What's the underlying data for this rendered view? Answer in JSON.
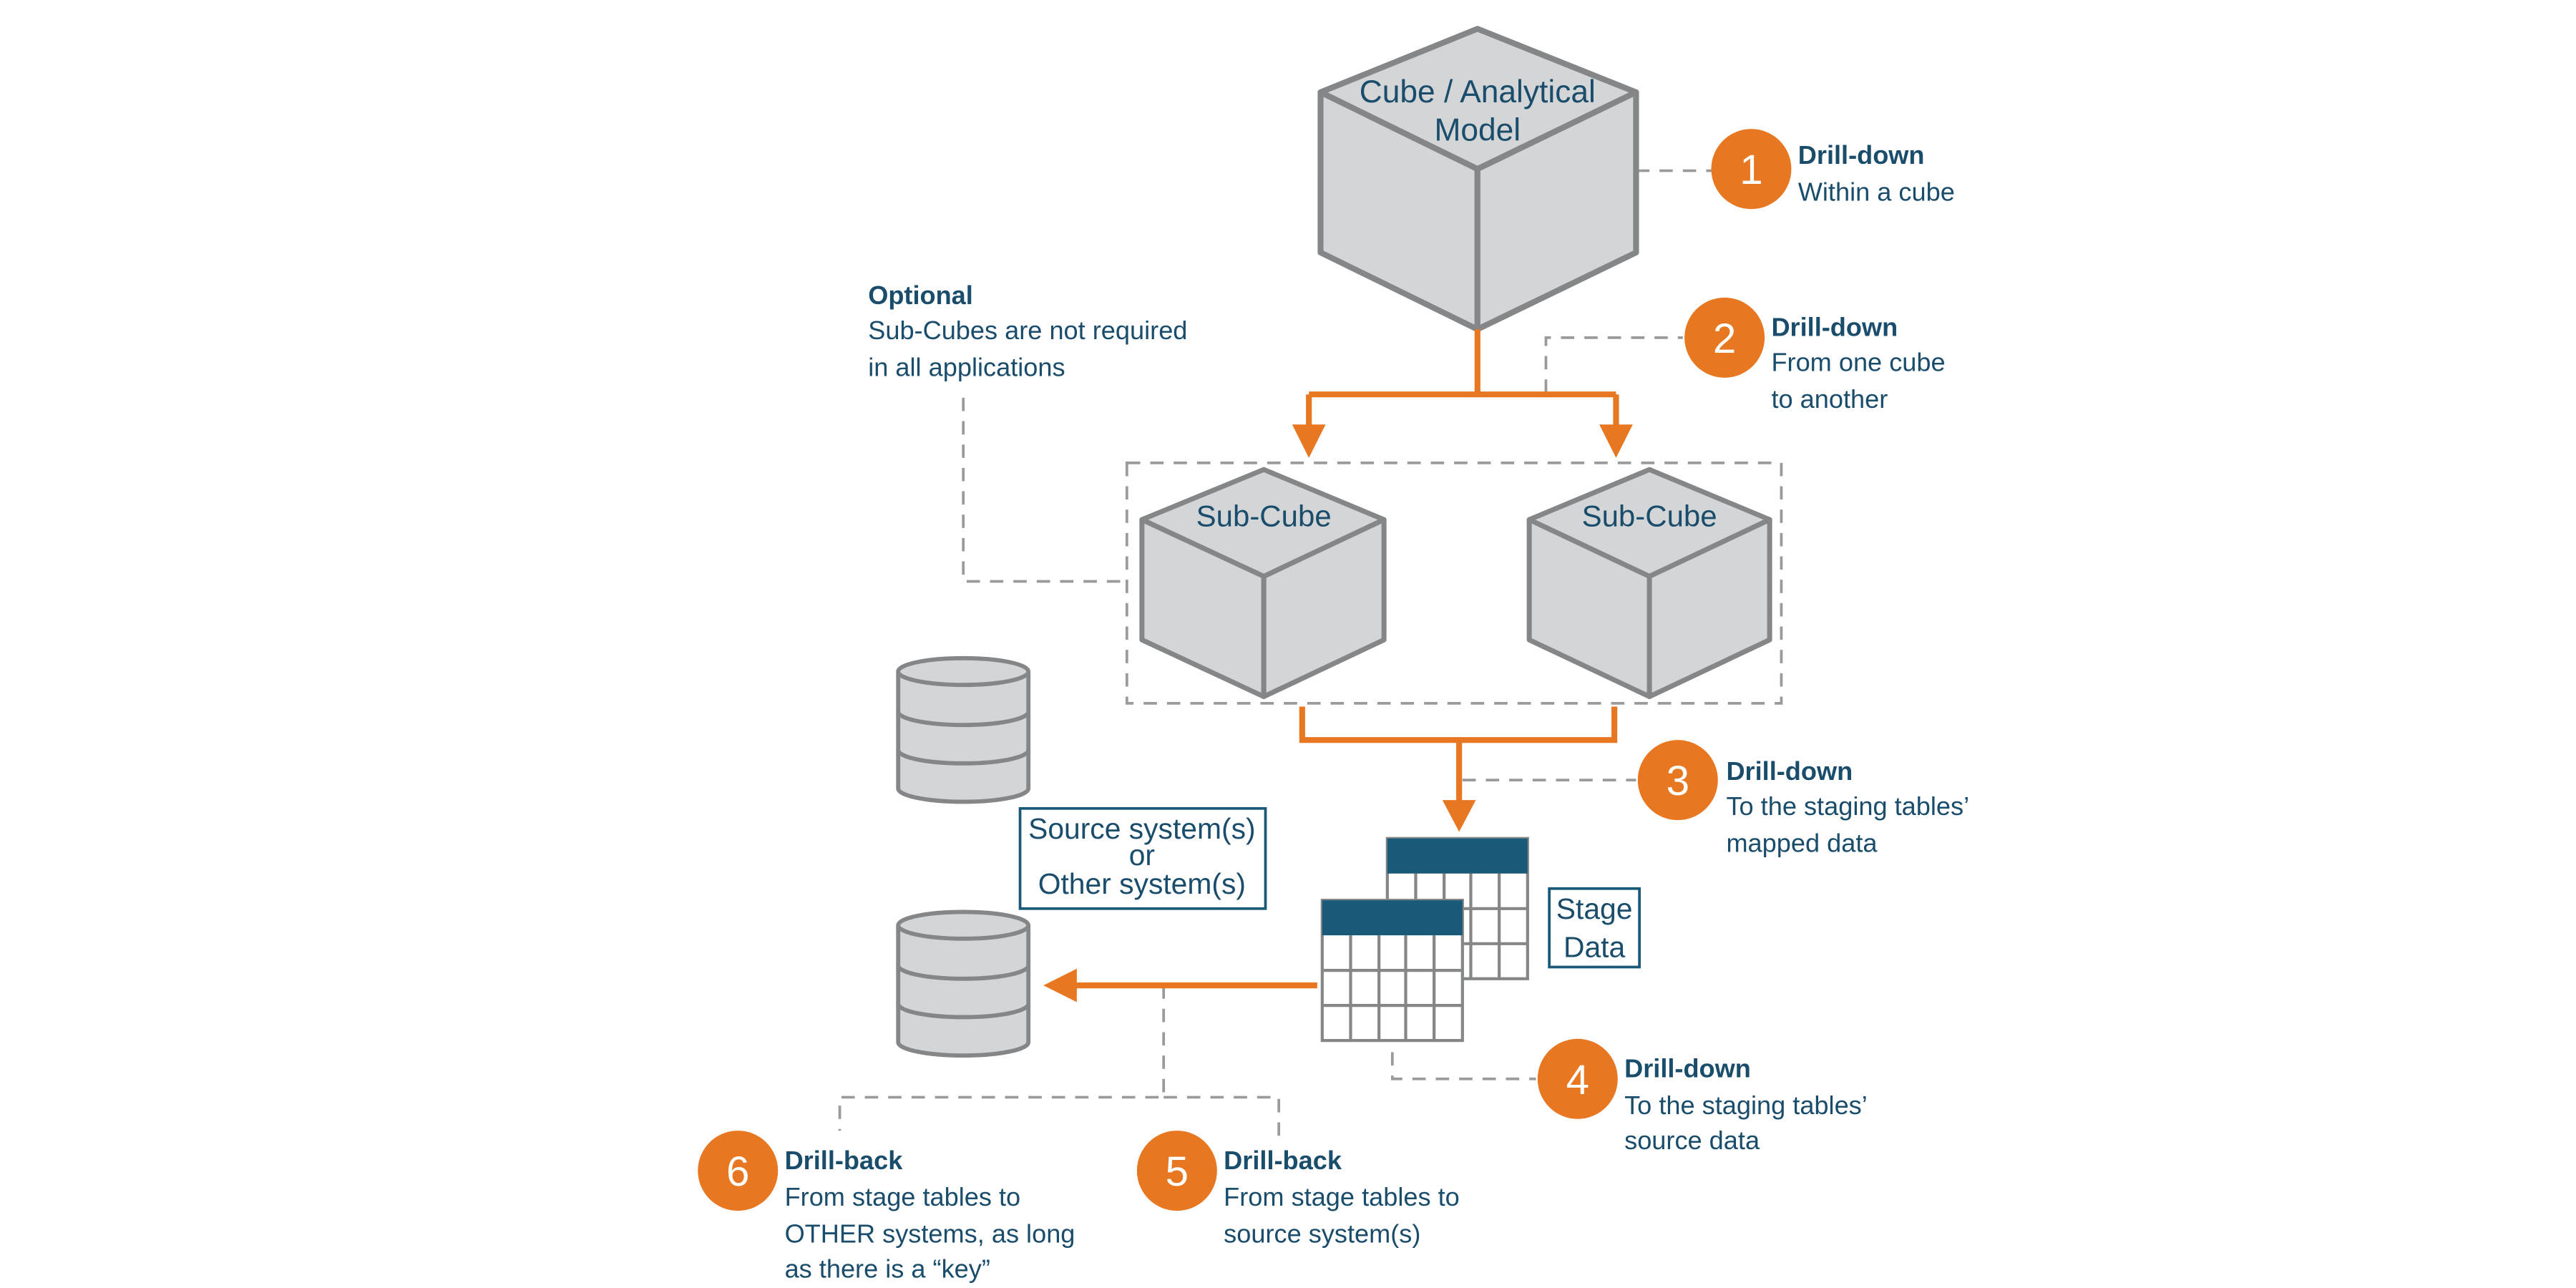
{
  "colors": {
    "accent_orange": "#e87722",
    "text_navy": "#1a4c6b",
    "table_header": "#185a78",
    "cube_fill": "#d3d5d6",
    "cube_stroke": "#848687",
    "dashed": "#9a9a9a"
  },
  "nodes": {
    "main_cube": {
      "line1": "Cube / Analytical",
      "line2": "Model"
    },
    "sub_cube_left": {
      "label": "Sub-Cube"
    },
    "sub_cube_right": {
      "label": "Sub-Cube"
    },
    "source_box": {
      "line1": "Source system(s)",
      "line2": "or",
      "line3": "Other system(s)"
    },
    "stage_box": {
      "line1": "Stage",
      "line2": "Data"
    }
  },
  "optional_note": {
    "heading": "Optional",
    "line1": "Sub-Cubes are not required",
    "line2": "in all applications"
  },
  "callouts": [
    {
      "number": "1",
      "heading": "Drill-down",
      "lines": [
        "Within a cube"
      ]
    },
    {
      "number": "2",
      "heading": "Drill-down",
      "lines": [
        "From one cube",
        "to another"
      ]
    },
    {
      "number": "3",
      "heading": "Drill-down",
      "lines": [
        "To the staging tables’",
        "mapped data"
      ]
    },
    {
      "number": "4",
      "heading": "Drill-down",
      "lines": [
        "To the staging tables’",
        "source data"
      ]
    },
    {
      "number": "5",
      "heading": "Drill-back",
      "lines": [
        "From stage tables to",
        "source system(s)"
      ]
    },
    {
      "number": "6",
      "heading": "Drill-back",
      "lines": [
        "From stage tables to",
        "OTHER systems, as long",
        "as there is a “key”"
      ]
    }
  ]
}
